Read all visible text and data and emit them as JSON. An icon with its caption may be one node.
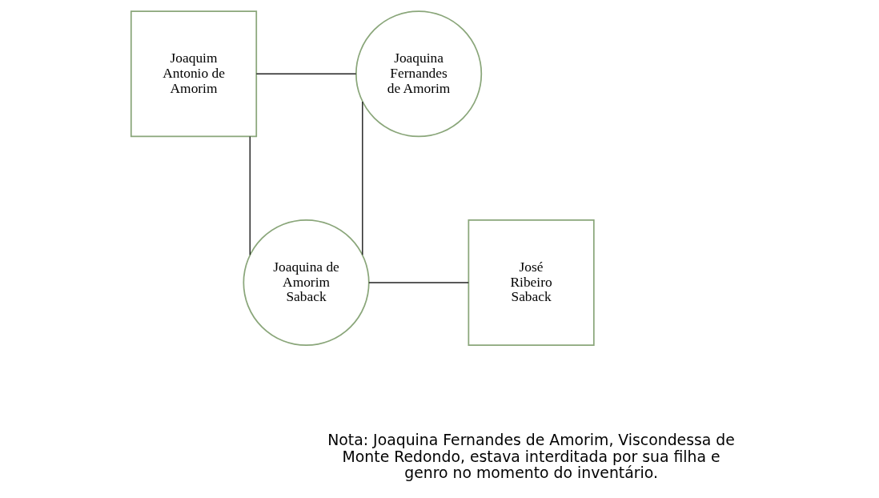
{
  "diagram": {
    "nodes": [
      {
        "text": [
          "Joaquim Antonio de Amorim"
        ]
      },
      {
        "text": [
          "Joaquina Fernandes de Amorim"
        ]
      },
      {
        "text": [
          "Joaquina de Amorim Saback"
        ]
      },
      {
        "text": [
          "José Ribeiro Saback"
        ]
      }
    ],
    "edges": [
      {
        "from": 0,
        "to": 1,
        "arrow": "none"
      },
      {
        "from": 0,
        "to": 2,
        "arrow": "none"
      },
      {
        "from": 1,
        "to": 2,
        "arrow": "none"
      },
      {
        "from": 2,
        "to": 3,
        "arrow": "none"
      }
    ],
    "labels": [
      "Nota: Joaquina Fernandes de Amorim, Viscondessa de Monte Redondo, estava interditada por sua filha e genro no momento do inventário."
    ]
  }
}
